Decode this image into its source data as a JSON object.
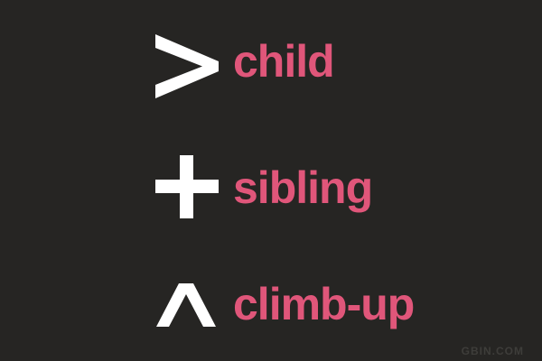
{
  "colors": {
    "background": "#262523",
    "accent": "#e0567a",
    "symbol": "#ffffff",
    "watermark": "#3e3d3a"
  },
  "items": [
    {
      "icon": "greater-than-icon",
      "label": "child"
    },
    {
      "icon": "plus-icon",
      "label": "sibling"
    },
    {
      "icon": "caret-up-icon",
      "label": "climb-up"
    }
  ],
  "watermark": "GBIN.COM"
}
